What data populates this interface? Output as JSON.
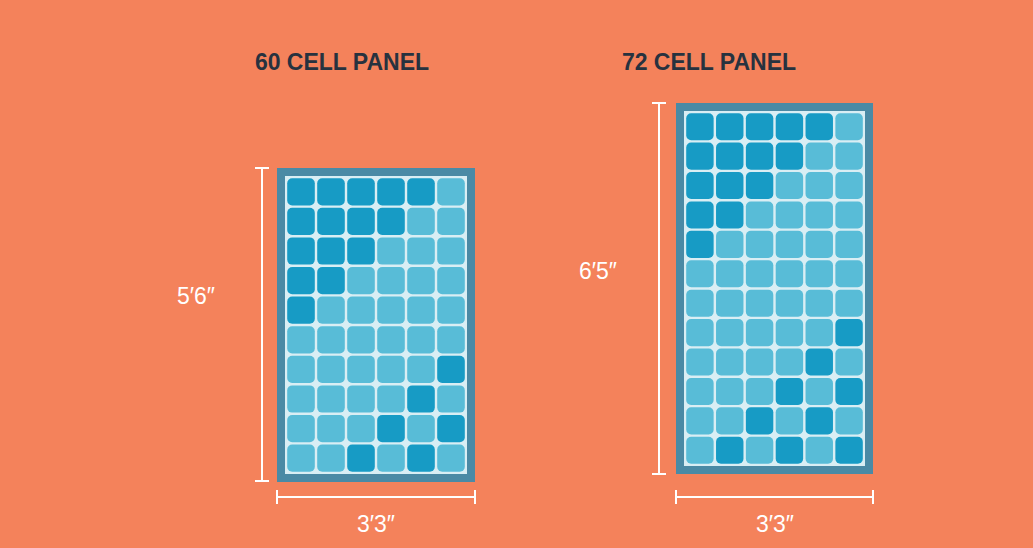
{
  "diagram": {
    "labels": [
      "60 CELL PANEL",
      "72 CELL PANEL",
      "5′6″",
      "3′3″",
      "6′5″",
      "3′3″"
    ]
  }
}
